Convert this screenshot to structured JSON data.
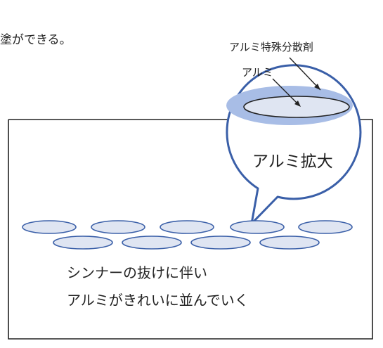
{
  "intro_text_fragment": "塗ができる。",
  "bubble": {
    "label_dispersant": "アルミ特殊分散剤",
    "label_aluminum": "アルミ",
    "title": "アルミ拡大"
  },
  "caption": {
    "line1": "シンナーの抜けに伴い",
    "line2": "アルミがきれいに並んでいく"
  },
  "colors": {
    "outline": "#3a5fa8",
    "flake_fill": "#dfe5f2",
    "dispersant_fill": "#a8bde6",
    "text": "#222222"
  },
  "flakes": {
    "row1_count": 5,
    "row2_count": 4
  }
}
